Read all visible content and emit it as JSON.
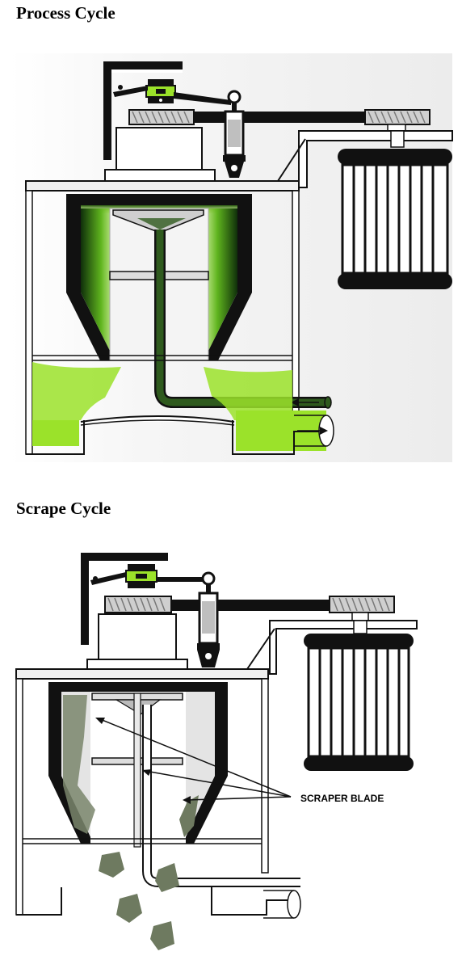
{
  "titles": {
    "process": "Process Cycle",
    "scrape": "Scrape Cycle"
  },
  "callouts": {
    "scraper_blade": "SCRAPER BLADE"
  },
  "colors": {
    "slurry_green": "#9be22a",
    "dark_green": "#2f5a1e",
    "cake_gray": "#6e7a60",
    "steel_black": "#111111",
    "basket_gray": "#e4e4e4"
  }
}
